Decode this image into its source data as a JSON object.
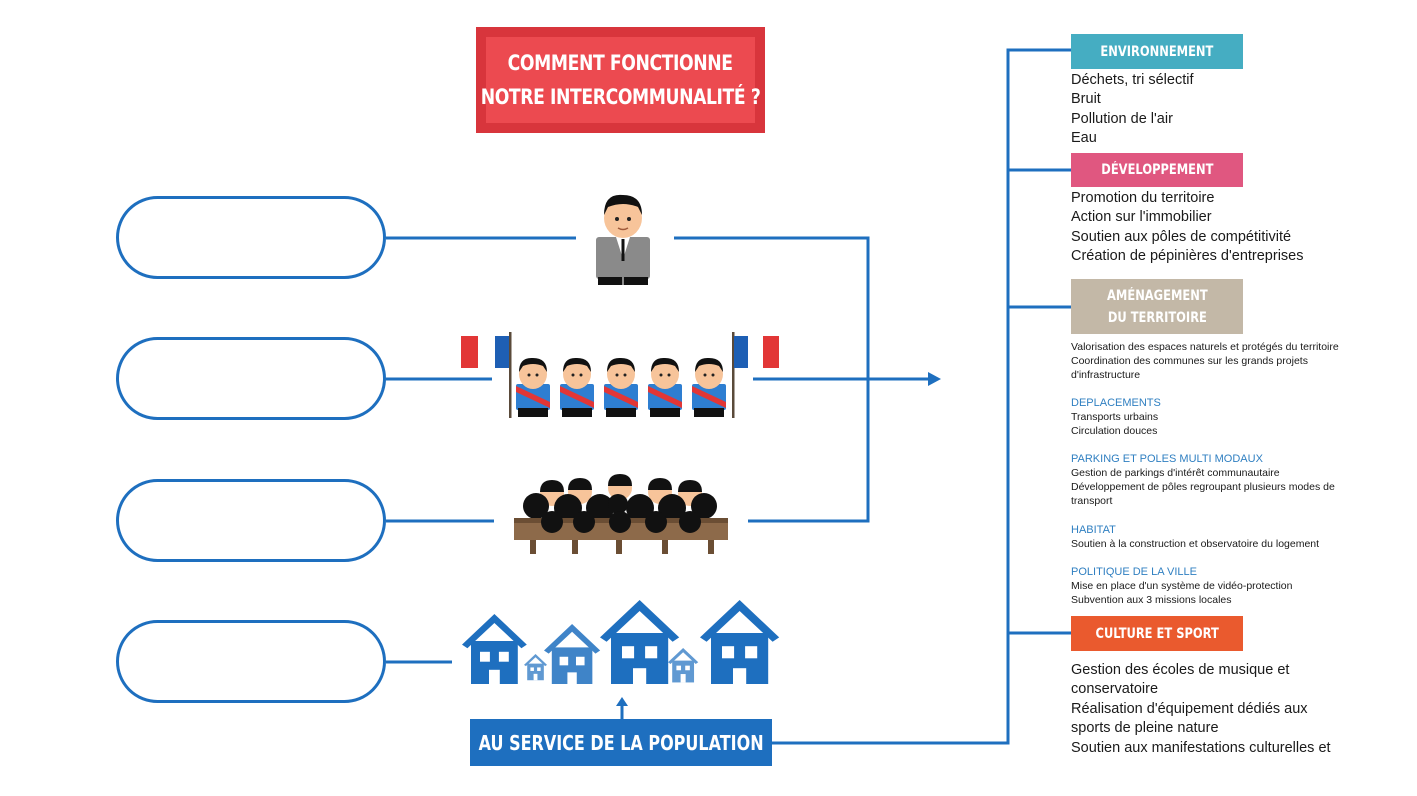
{
  "title": {
    "line1": "COMMENT FONCTIONNE",
    "line2": "NOTRE INTERCOMMUNALITÉ ?"
  },
  "service_button": "AU SERVICE  DE LA POPULATION",
  "colors": {
    "blue": "#1e6fbf",
    "title_red": "#ec4a50",
    "environnement": "#45adc2",
    "developpement": "#e05780",
    "amenagement": "#c3b8a7",
    "culture": "#ea5a2e"
  },
  "categories": {
    "environnement": {
      "label": "ENVIRONNEMENT",
      "items": [
        "Déchets, tri sélectif",
        "Bruit",
        "Pollution de l'air",
        "Eau"
      ]
    },
    "developpement": {
      "label": "DÉVELOPPEMENT",
      "items": [
        "Promotion du territoire",
        "Action sur l'immobilier",
        "Soutien aux pôles de compétitivité",
        "Création de pépinières d'entreprises"
      ]
    },
    "amenagement": {
      "label_line1": "AMÉNAGEMENT",
      "label_line2": "DU TERRITOIRE",
      "intro": [
        "Valorisation des espaces naturels et protégés du territoire",
        "Coordination des communes sur les grands projets d'infrastructure"
      ],
      "subsections": [
        {
          "title": "DEPLACEMENTS",
          "items": [
            "Transports urbains",
            "Circulation douces"
          ]
        },
        {
          "title": "PARKING ET POLES MULTI MODAUX",
          "items": [
            "Gestion de parkings d'intérêt communautaire",
            "Développement de pôles regroupant plusieurs modes de transport"
          ]
        },
        {
          "title": "HABITAT",
          "items": [
            "Soutien à la construction et observatoire du logement"
          ]
        },
        {
          "title": "POLITIQUE DE LA VILLE",
          "items": [
            "Mise en place d'un système de vidéo-protection",
            "Subvention aux 3 missions locales"
          ]
        }
      ]
    },
    "culture": {
      "label": "CULTURE ET SPORT",
      "items": [
        "Gestion des écoles de musique et",
        "conservatoire",
        "Réalisation d'équipement dédiés aux",
        "sports de pleine nature",
        "Soutien aux manifestations culturelles et"
      ]
    }
  },
  "icons": [
    "president-icon",
    "mayors-icon",
    "council-icon",
    "houses-icon"
  ]
}
